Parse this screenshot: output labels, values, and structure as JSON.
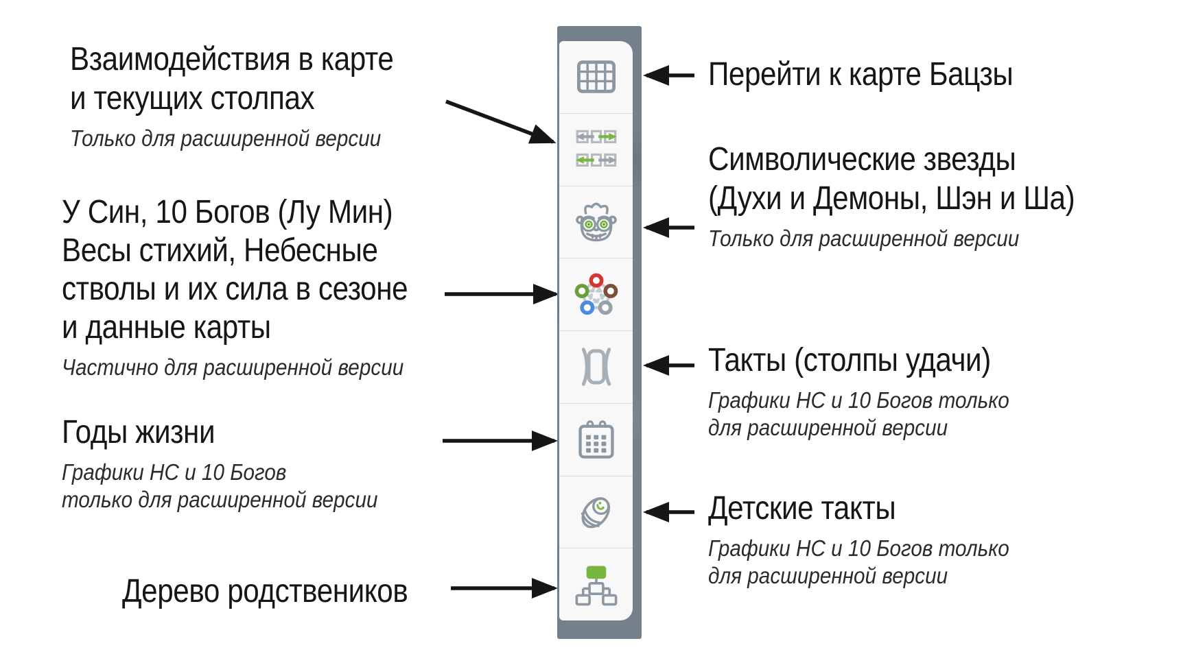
{
  "colors": {
    "toolbar_bg": "#74818c",
    "panel_bg": "#f7f8f7",
    "icon_gray": "#8d97a1",
    "accent_green": "#79b63f",
    "arrow_black": "#161616",
    "element_red": "#d6342e",
    "element_green": "#68a03e",
    "element_brown": "#7d4f3a",
    "element_blue": "#4b8be0",
    "element_gray": "#97a1aa"
  },
  "toolbar": {
    "buttons": [
      {
        "icon": "bazi-table-icon"
      },
      {
        "icon": "interactions-icon"
      },
      {
        "icon": "symbolic-stars-mask-icon"
      },
      {
        "icon": "five-elements-graph-icon"
      },
      {
        "icon": "luck-pillars-icon"
      },
      {
        "icon": "life-years-calendar-icon"
      },
      {
        "icon": "child-pillars-baby-icon"
      },
      {
        "icon": "relatives-tree-icon"
      }
    ]
  },
  "annotations": {
    "left": [
      {
        "title_lines": [
          "Взаимодействия в карте",
          "и текущих столпах"
        ],
        "note_lines": [
          "Только для расширенной версии"
        ]
      },
      {
        "title_lines": [
          "У Син, 10 Богов (Лу Мин)",
          "Весы стихий, Небесные",
          "стволы и их сила в сезоне",
          " и данные карты"
        ],
        "note_lines": [
          "Частично для расширенной версии"
        ]
      },
      {
        "title_lines": [
          "Годы жизни"
        ],
        "note_lines": [
          "Графики НС и 10 Богов",
          "только для расширенной версии"
        ]
      },
      {
        "title_lines": [
          "Дерево родствеников"
        ],
        "note_lines": []
      }
    ],
    "right": [
      {
        "title_lines": [
          "Перейти к карте Бацзы"
        ],
        "note_lines": []
      },
      {
        "title_lines": [
          "Символические звезды",
          "(Духи и Демоны, Шэн и Ша)"
        ],
        "note_lines": [
          "Только для расширенной версии"
        ]
      },
      {
        "title_lines": [
          "Такты (столпы удачи)"
        ],
        "note_lines": [
          "Графики НС и 10 Богов только",
          "для расширенной версии"
        ]
      },
      {
        "title_lines": [
          "Детские такты"
        ],
        "note_lines": [
          "Графики НС и 10 Богов только",
          "для расширенной версии"
        ]
      }
    ]
  }
}
